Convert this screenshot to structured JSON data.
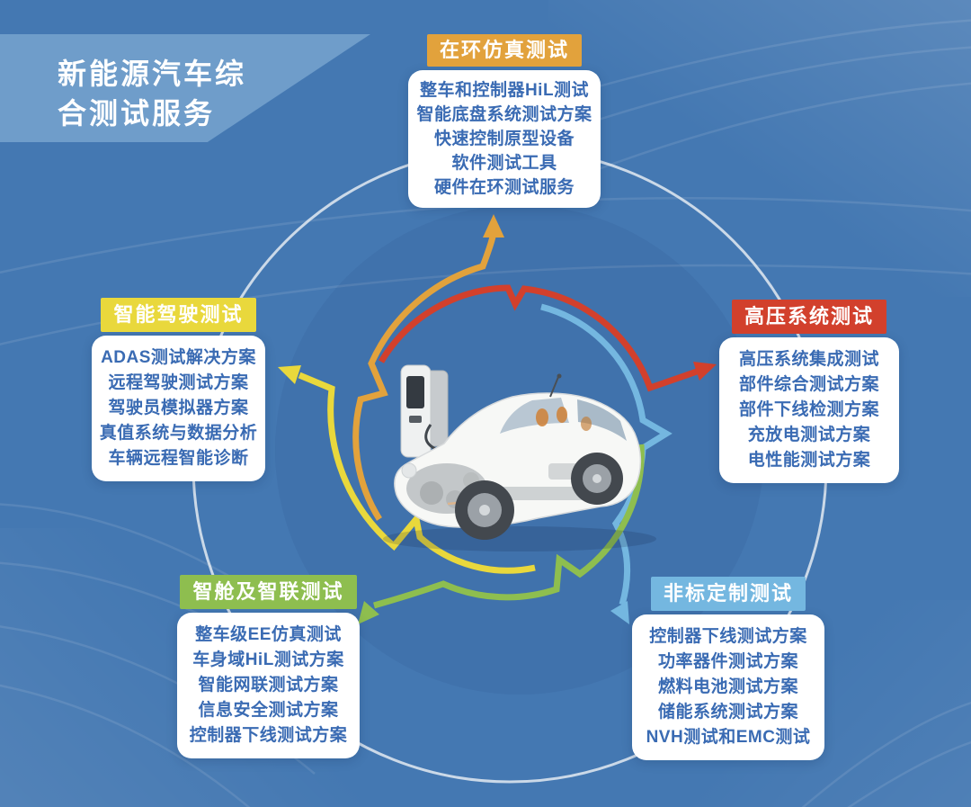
{
  "title": {
    "line1": "新能源汽车综",
    "line2": "合测试服务"
  },
  "colors": {
    "background": "#4478B2",
    "title_banner": "#6F9DCA",
    "card_text": "#3A6BB3",
    "ring": "#EDF1F5",
    "orange": "#E2A23C",
    "red": "#D2402C",
    "yellow": "#E9D83C",
    "green": "#8EBE4F",
    "sky_blue": "#74B7E0"
  },
  "groups": [
    {
      "label": "在环仿真测试",
      "color": "#E2A23C",
      "items": [
        "整车和控制器HiL测试",
        "智能底盘系统测试方案",
        "快速控制原型设备",
        "软件测试工具",
        "硬件在环测试服务"
      ]
    },
    {
      "label": "高压系统测试",
      "color": "#D2402C",
      "items": [
        "高压系统集成测试",
        "部件综合测试方案",
        "部件下线检测方案",
        "充放电测试方案",
        "电性能测试方案"
      ]
    },
    {
      "label": "智能驾驶测试",
      "color": "#E9D83C",
      "items": [
        "ADAS测试解决方案",
        "远程驾驶测试方案",
        "驾驶员模拟器方案",
        "真值系统与数据分析",
        "车辆远程智能诊断"
      ]
    },
    {
      "label": "智舱及智联测试",
      "color": "#8EBE4F",
      "items": [
        "整车级EE仿真测试",
        "车身域HiL测试方案",
        "智能网联测试方案",
        "信息安全测试方案",
        "控制器下线测试方案"
      ]
    },
    {
      "label": "非标定制测试",
      "color": "#74B7E0",
      "items": [
        "控制器下线测试方案",
        "功率器件测试方案",
        "燃料电池测试方案",
        "储能系统测试方案",
        "NVH测试和EMC测试"
      ]
    }
  ]
}
